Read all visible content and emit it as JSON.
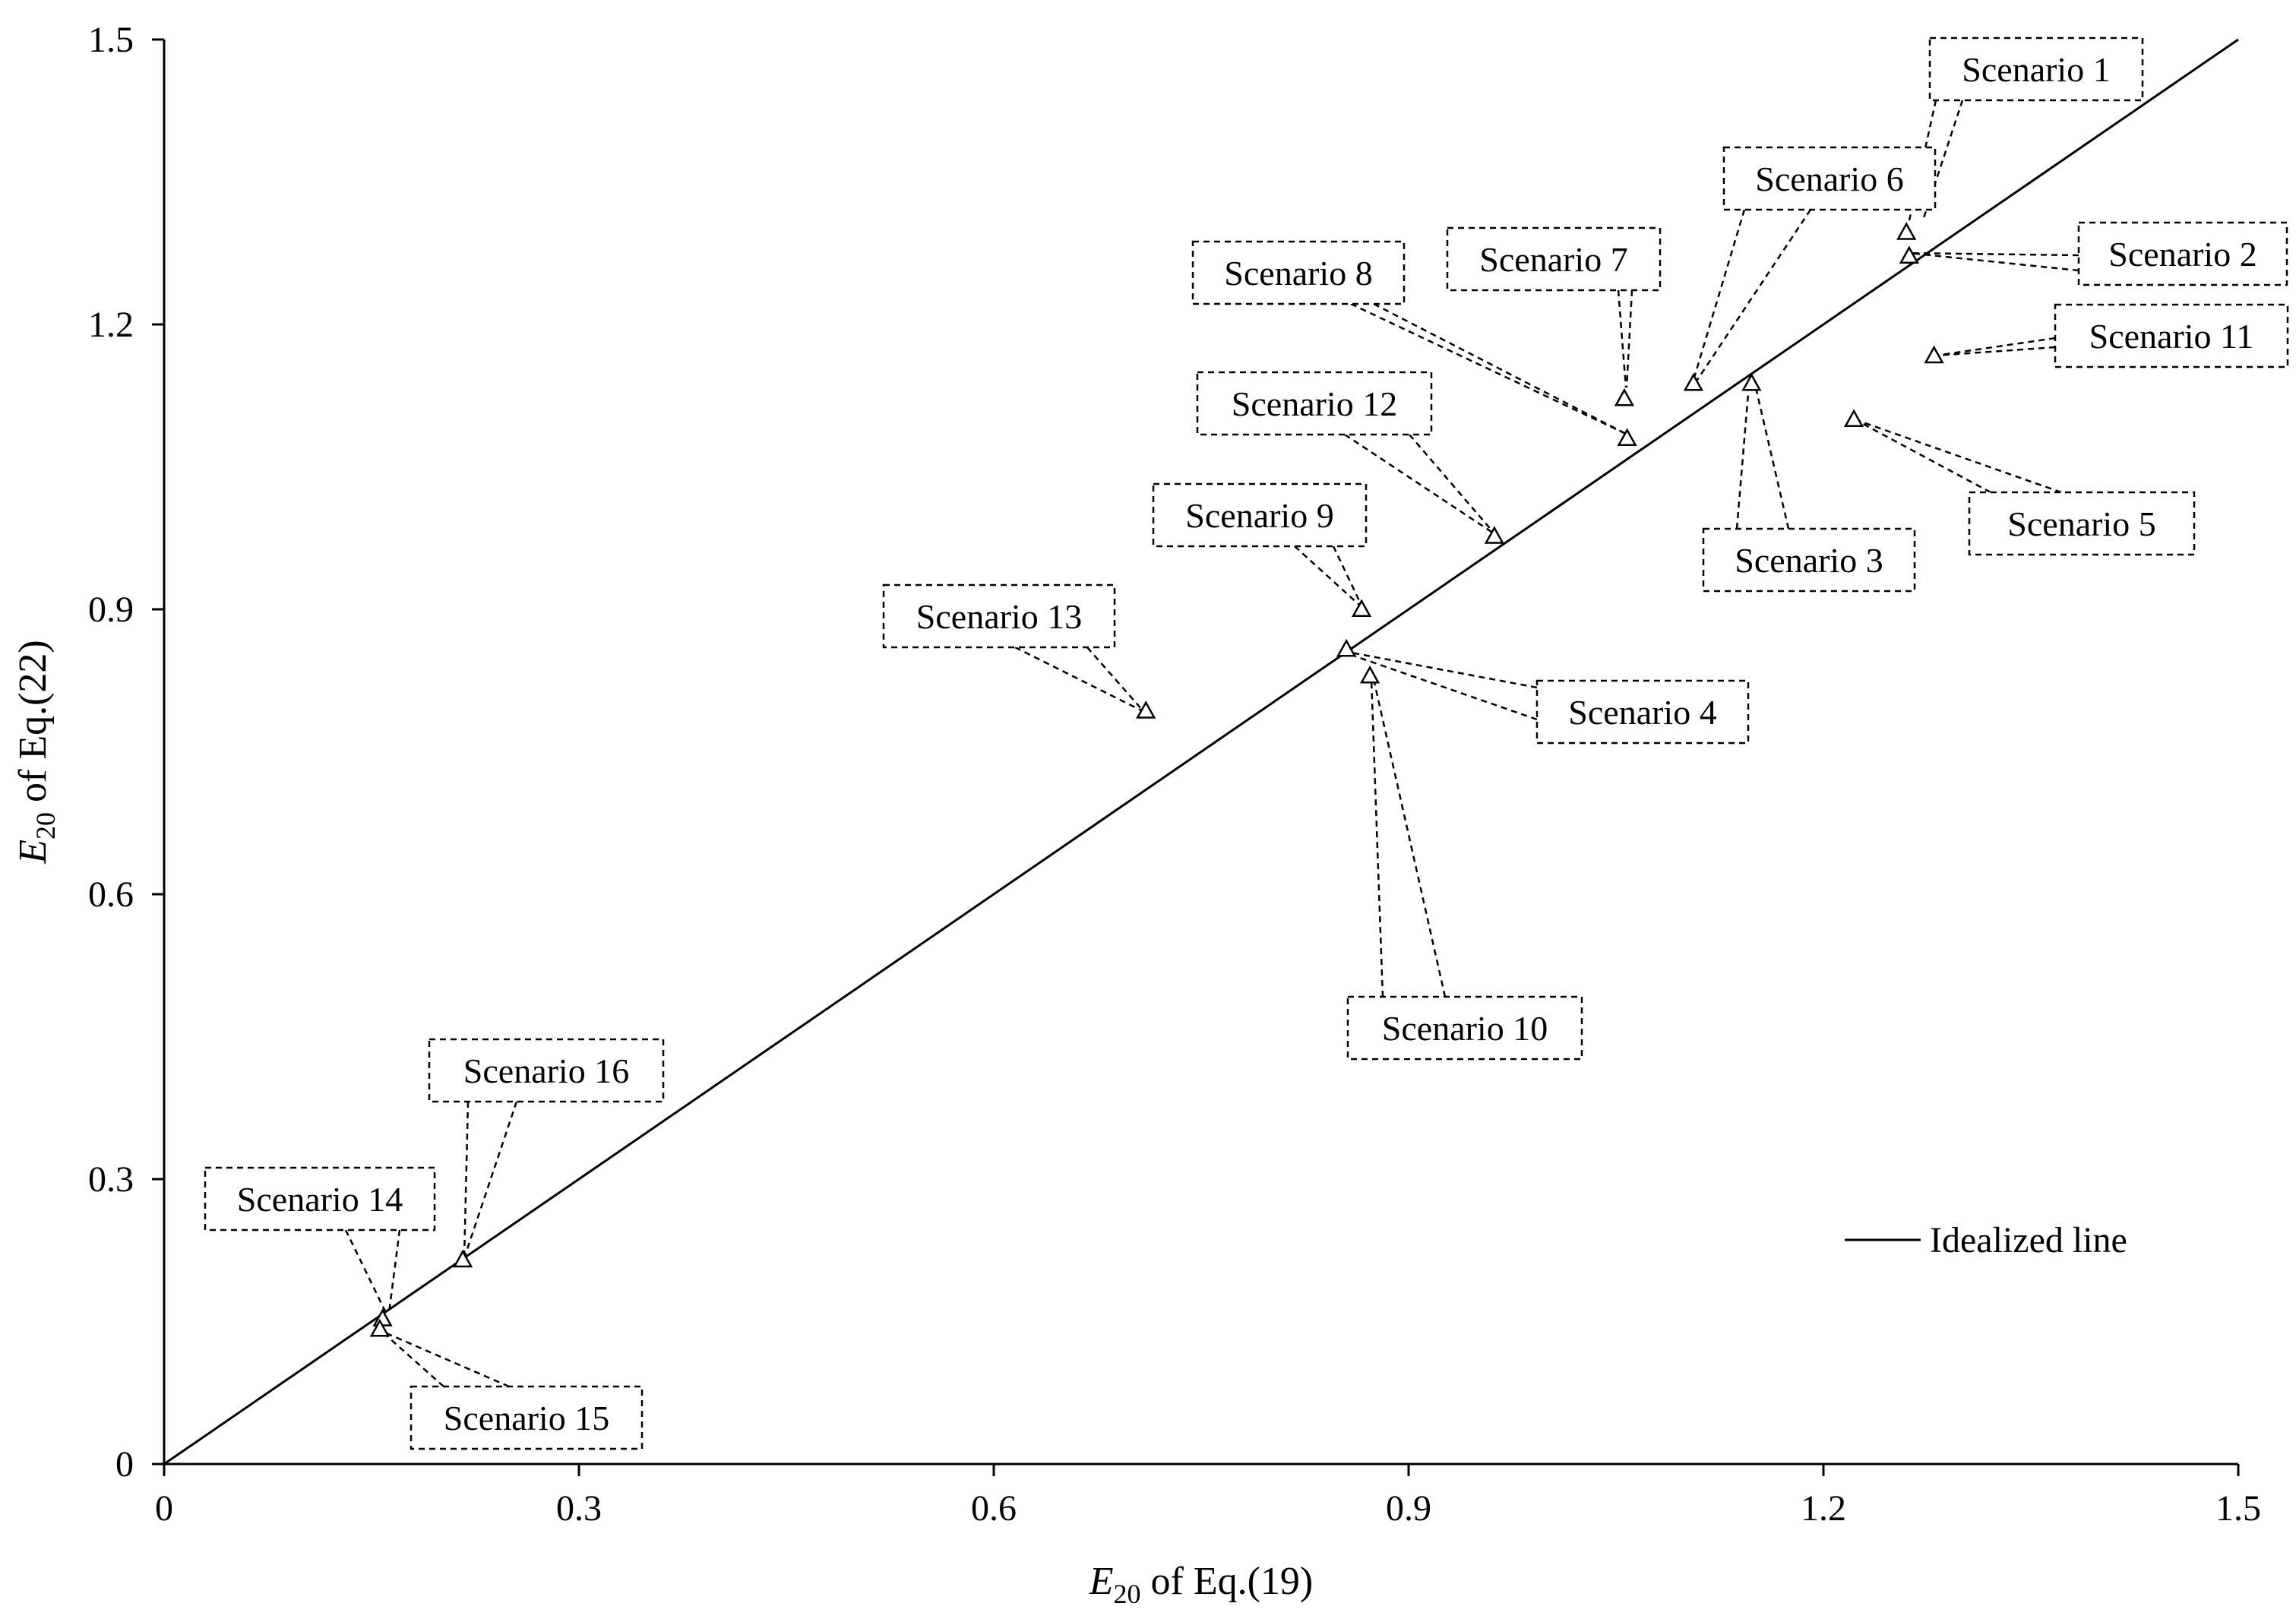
{
  "chart_data": {
    "type": "scatter",
    "title": "",
    "xlabel": {
      "symbol": "E",
      "subscript": "20",
      "rest": " of Eq.(19)"
    },
    "ylabel": {
      "symbol": "E",
      "subscript": "20",
      "rest": " of Eq.(22)"
    },
    "xlim": [
      0,
      1.5
    ],
    "ylim": [
      0,
      1.5
    ],
    "xticks": [
      "0",
      "0.3",
      "0.6",
      "0.9",
      "1.2",
      "1.5"
    ],
    "yticks": [
      "0",
      "0.3",
      "0.6",
      "0.9",
      "1.2",
      "1.5"
    ],
    "grid": false,
    "marker": "open-triangle",
    "points": [
      {
        "label": "Scenario 1",
        "x": 1.26,
        "y": 1.297
      },
      {
        "label": "Scenario 2",
        "x": 1.262,
        "y": 1.272
      },
      {
        "label": "Scenario 3",
        "x": 1.148,
        "y": 1.138
      },
      {
        "label": "Scenario 4",
        "x": 0.855,
        "y": 0.858
      },
      {
        "label": "Scenario 5",
        "x": 1.222,
        "y": 1.1
      },
      {
        "label": "Scenario 6",
        "x": 1.106,
        "y": 1.138
      },
      {
        "label": "Scenario 7",
        "x": 1.056,
        "y": 1.122
      },
      {
        "label": "Scenario 8",
        "x": 1.058,
        "y": 1.08
      },
      {
        "label": "Scenario 9",
        "x": 0.866,
        "y": 0.9
      },
      {
        "label": "Scenario 10",
        "x": 0.872,
        "y": 0.83
      },
      {
        "label": "Scenario 11",
        "x": 1.28,
        "y": 1.167
      },
      {
        "label": "Scenario 12",
        "x": 0.962,
        "y": 0.977
      },
      {
        "label": "Scenario 13",
        "x": 0.71,
        "y": 0.793
      },
      {
        "label": "Scenario 14",
        "x": 0.158,
        "y": 0.153
      },
      {
        "label": "Scenario 15",
        "x": 0.156,
        "y": 0.142
      },
      {
        "label": "Scenario 16",
        "x": 0.216,
        "y": 0.215
      }
    ],
    "series": [
      {
        "name": "Idealized line",
        "type": "line",
        "x": [
          0,
          1.5
        ],
        "y": [
          0,
          1.5
        ]
      }
    ],
    "legend": {
      "position": "bottom-right",
      "entries": [
        "Idealized line"
      ]
    }
  }
}
